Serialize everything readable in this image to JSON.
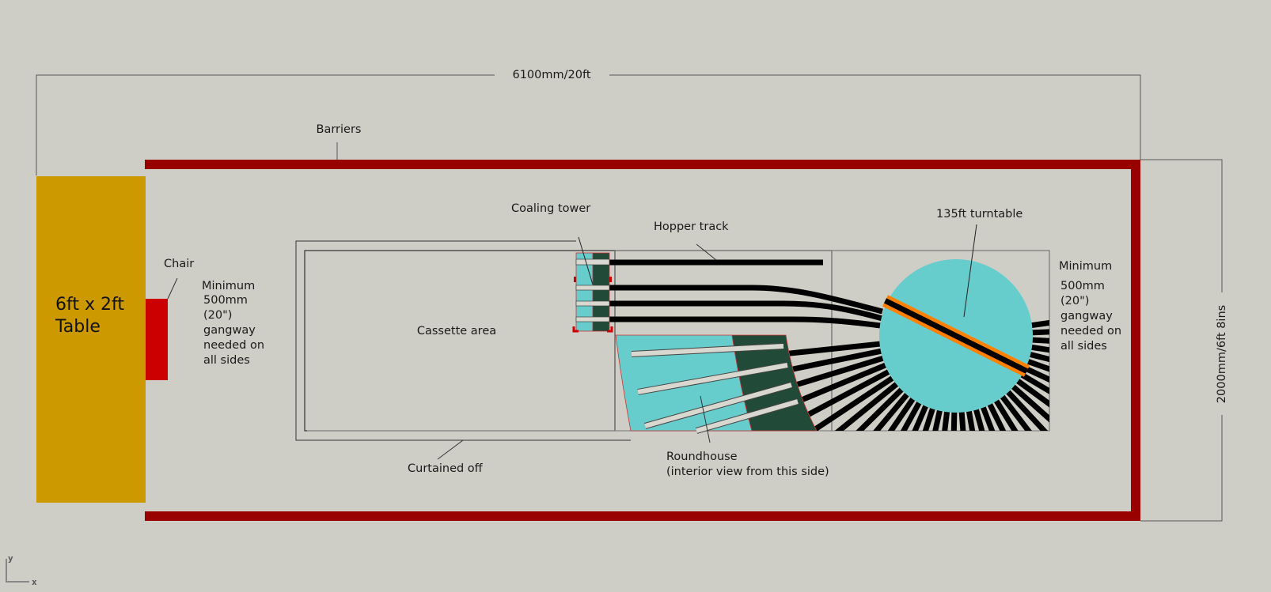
{
  "dimensions": {
    "width_label": "6100mm/20ft",
    "height_label": "2000mm/6ft 8ins"
  },
  "labels": {
    "barriers": "Barriers",
    "table_line1": "6ft x 2ft",
    "table_line2": "Table",
    "chair": "Chair",
    "gangway_left": [
      "Minimum",
      "500mm",
      "(20\")",
      "gangway",
      "needed on",
      "all sides"
    ],
    "gangway_right": [
      "Minimum",
      "500mm",
      "(20\")",
      "gangway",
      "needed on",
      "all sides"
    ],
    "cassette_area": "Cassette area",
    "curtained_off": "Curtained off",
    "coaling_tower": "Coaling tower",
    "hopper_track": "Hopper track",
    "turntable": "135ft turntable",
    "roundhouse_line1": "Roundhouse",
    "roundhouse_line2": "(interior view from this side)"
  },
  "axis_indicator": {
    "x": "x",
    "y": "y"
  },
  "colors": {
    "background": "#cfcec6",
    "barrier": "#990000",
    "table": "#cc9900",
    "chair": "#cc0000",
    "turntable": "#66cccc",
    "turntable_bridge": "#ff8000",
    "roundhouse_interior": "#66cccc",
    "roundhouse_roof": "#224a38",
    "track": "#000000"
  },
  "turntable": {
    "radial_track_count": 34
  }
}
